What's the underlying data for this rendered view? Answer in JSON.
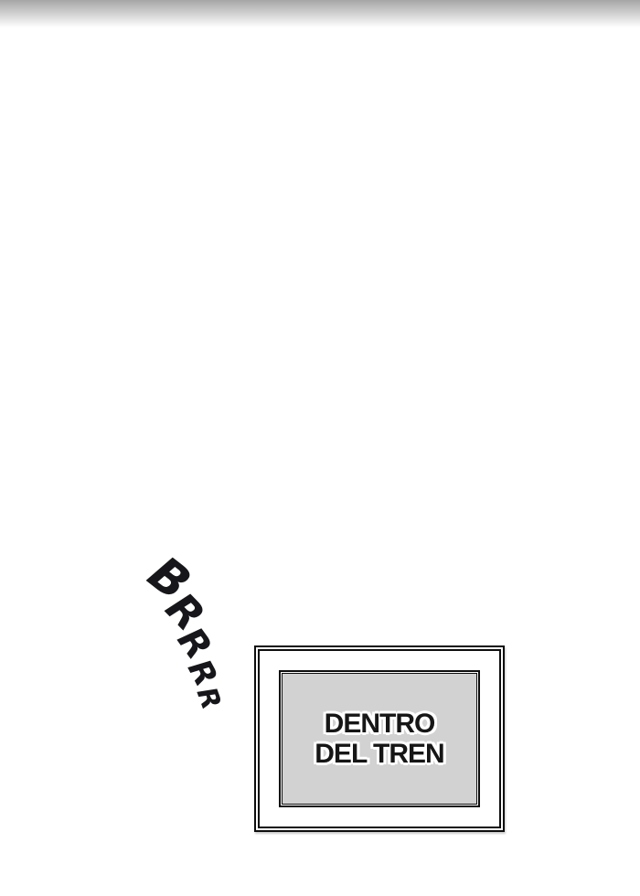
{
  "page": {
    "background_color": "#ffffff",
    "top_shade": {
      "color_top": "#a6a6a6",
      "color_bottom": "#ffffff"
    }
  },
  "sfx": {
    "word": "BRRRR",
    "letters": [
      "B",
      "R",
      "R",
      "R",
      "R"
    ],
    "color": "#17161a"
  },
  "caption": {
    "line1": "DENTRO",
    "line2": "DEL TREN",
    "text_color": "#161616",
    "outline_color": "#ffffff",
    "panel_color": "#d2d2d2",
    "frame_color": "#0e0e0e",
    "mat_color": "#ffffff"
  }
}
